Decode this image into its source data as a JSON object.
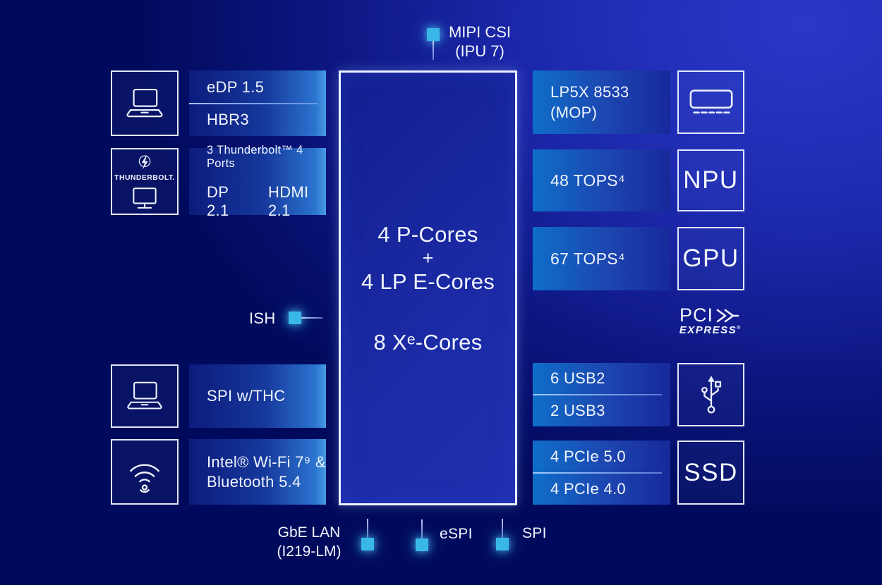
{
  "colors": {
    "background_navy": "#000a5c",
    "background_bright": "#2a38c9",
    "accent_cyan": "#3ab7e9",
    "block_left_dark": "#0c1b7c",
    "block_left_light": "#2b74cf",
    "block_right_light": "#0e6ec8",
    "block_right_dark": "#16299a",
    "box_border": "#eef3ff"
  },
  "soc": {
    "cores_line1": "4 P-Cores",
    "cores_plus": "+",
    "cores_line2": "4 LP E-Cores",
    "xe_cores": "8 Xᵉ-Cores"
  },
  "nodes": {
    "mipi": {
      "line1": "MIPI CSI",
      "line2": "(IPU 7)"
    },
    "ish": {
      "label": "ISH"
    },
    "gbe": {
      "line1": "GbE LAN",
      "line2": "(I219-LM)"
    },
    "espi": {
      "label": "eSPI"
    },
    "spi": {
      "label": "SPI"
    }
  },
  "left_column": {
    "display": {
      "icon": "laptop-icon",
      "row1": "eDP 1.5",
      "row2": "HBR3"
    },
    "thunderbolt": {
      "icon": "thunderbolt-monitor-icon",
      "badge": "THUNDERBOLT.",
      "row1": "3 Thunderbolt™ 4 Ports",
      "row2_left": "DP 2.1",
      "row2_right": "HDMI 2.1"
    },
    "touch": {
      "icon": "laptop-icon",
      "label": "SPI w/THC"
    },
    "wireless": {
      "icon": "wifi-icon",
      "line1": "Intel® Wi-Fi 7⁹ &",
      "line2": "Bluetooth 5.4"
    }
  },
  "right_column": {
    "memory": {
      "line1": "LP5X 8533",
      "line2": "(MOP)",
      "icon": "memory-icon"
    },
    "npu": {
      "tops": "48 TOPS⁴",
      "chip": "NPU"
    },
    "gpu": {
      "tops": "67 TOPS⁴",
      "chip": "GPU"
    },
    "pci_express": {
      "word1": "PCI",
      "word2": "EXPRESS",
      "reg": "®"
    },
    "usb": {
      "row1": "6 USB2",
      "row2": "2 USB3",
      "icon": "usb-icon"
    },
    "storage": {
      "row1": "4 PCIe 5.0",
      "row2": "4 PCIe 4.0",
      "chip": "SSD"
    }
  }
}
